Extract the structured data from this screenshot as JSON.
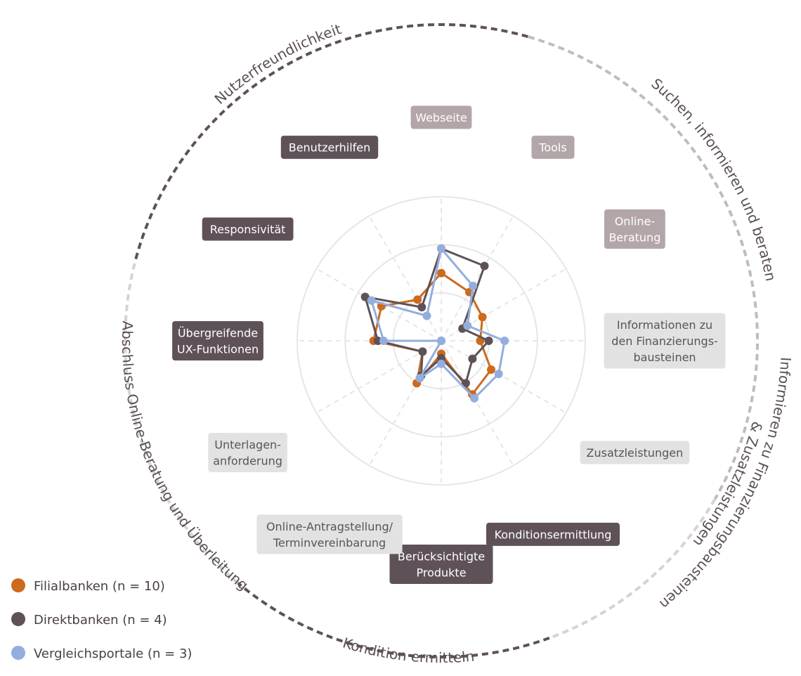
{
  "chart_data": {
    "type": "radar",
    "axes": [
      {
        "label": "Webseite",
        "style": "light"
      },
      {
        "label": "Tools",
        "style": "light"
      },
      {
        "label": "Online-\nBeratung",
        "style": "light"
      },
      {
        "label": "Informationen zu\nden Finanzierungs-\nbausteinen",
        "style": "pale"
      },
      {
        "label": "Zusatzleistungen",
        "style": "pale"
      },
      {
        "label": "Konditionsermittlung",
        "style": "dark"
      },
      {
        "label": "Berücksichtigte\nProdukte",
        "style": "dark"
      },
      {
        "label": "Online-Antragstellung/\nTerminvereinbarung",
        "style": "pale"
      },
      {
        "label": "Unterlagen-\nanforderung",
        "style": "pale"
      },
      {
        "label": "Übergreifende\nUX-Funktionen",
        "style": "dark"
      },
      {
        "label": "Responsivität",
        "style": "dark"
      },
      {
        "label": "Benutzerhilfen",
        "style": "dark"
      }
    ],
    "rmax": 1.0,
    "grid_rings": [
      0.333,
      0.667,
      1.0
    ],
    "series": [
      {
        "name": "Filialbanken (n = 10)",
        "color": "#cc6a1e",
        "values": [
          0.47,
          0.39,
          0.33,
          0.27,
          0.4,
          0.43,
          0.09,
          0.34,
          0.15,
          0.47,
          0.48,
          0.33
        ]
      },
      {
        "name": "Direktbanken (n = 4)",
        "color": "#5e5258",
        "values": [
          0.64,
          0.6,
          0.17,
          0.33,
          0.25,
          0.34,
          0.12,
          0.28,
          0.15,
          0.44,
          0.61,
          0.27
        ]
      },
      {
        "name": "Vergleichsportale (n = 3)",
        "color": "#93aedd",
        "values": [
          0.64,
          0.44,
          0.21,
          0.44,
          0.46,
          0.46,
          0.16,
          0.3,
          0.0,
          0.4,
          0.56,
          0.2
        ]
      }
    ],
    "groups": [
      {
        "label": "Suchen, informieren und beraten",
        "color": "#bdbdbd"
      },
      {
        "label": "Informieren zu Finanzierungsbausteinen & Zusatzleistungen",
        "color": "#d4d4d4"
      },
      {
        "label": "Kondition ermitteln",
        "color": "#5e5258"
      },
      {
        "label": "Abschluss Online-Beratung und Überleitung",
        "color": "#d4d4d4"
      },
      {
        "label": "Nutzerfreundlichkeit",
        "color": "#5e5258"
      }
    ],
    "legend_position": "bottom-left"
  },
  "label_styles": {
    "light": {
      "bg": "#b3a6a9",
      "fg": "#ffffff"
    },
    "pale": {
      "bg": "#e2e2e2",
      "fg": "#5b5355"
    },
    "dark": {
      "bg": "#5e5258",
      "fg": "#ffffff"
    }
  },
  "grid_color": "#e6e6e6"
}
